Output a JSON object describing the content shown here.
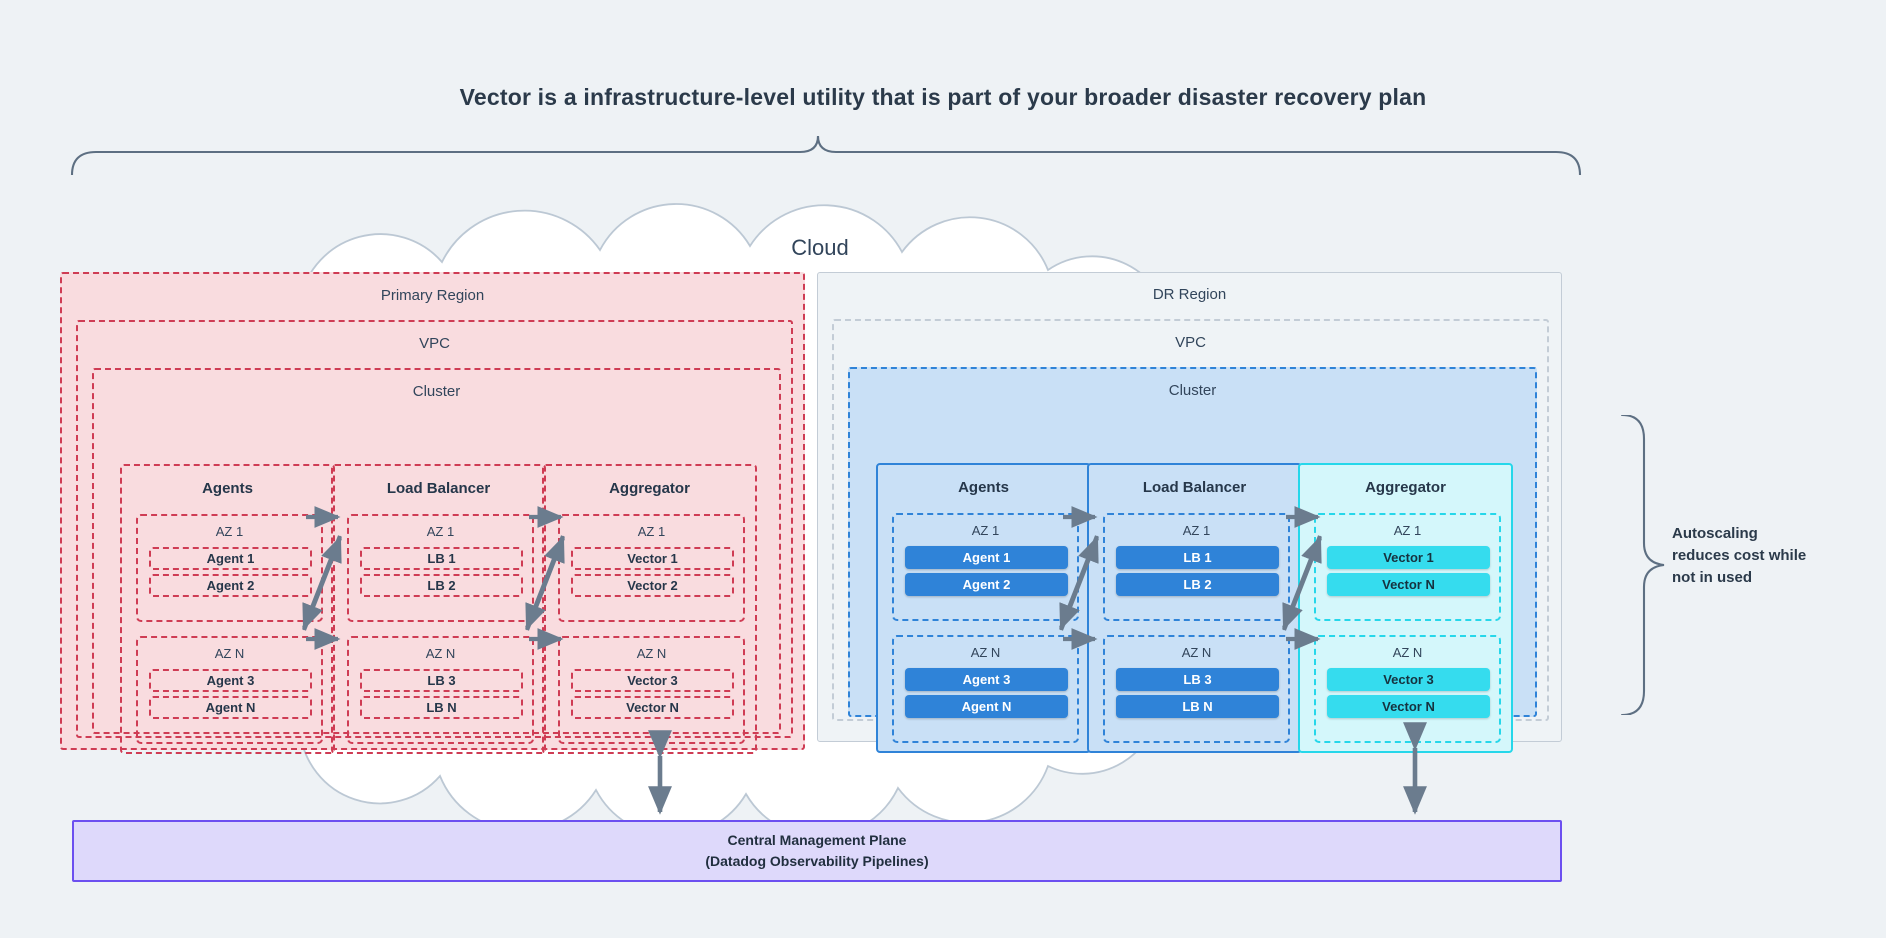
{
  "title": "Vector is a infrastructure-level utility that is part of your broader disaster recovery plan",
  "cloud": {
    "label": "Cloud"
  },
  "note": {
    "line1": "Autoscaling",
    "line2": "reduces cost while",
    "line3": "not in used"
  },
  "management_plane": {
    "line1": "Central Management Plane",
    "line2": "(Datadog Observability Pipelines)"
  },
  "regions": [
    {
      "id": "primary",
      "title": "Primary Region",
      "vpc": "VPC",
      "cluster": "Cluster",
      "style": "dashed-red",
      "columns": [
        {
          "title": "Agents",
          "azs": [
            {
              "label": "AZ 1",
              "nodes": [
                "Agent 1",
                "Agent 2"
              ]
            },
            {
              "label": "AZ N",
              "nodes": [
                "Agent 3",
                "Agent N"
              ]
            }
          ]
        },
        {
          "title": "Load Balancer",
          "azs": [
            {
              "label": "AZ 1",
              "nodes": [
                "LB 1",
                "LB 2"
              ]
            },
            {
              "label": "AZ N",
              "nodes": [
                "LB 3",
                "LB N"
              ]
            }
          ]
        },
        {
          "title": "Aggregator",
          "azs": [
            {
              "label": "AZ 1",
              "nodes": [
                "Vector 1",
                "Vector 2"
              ]
            },
            {
              "label": "AZ N",
              "nodes": [
                "Vector 3",
                "Vector N"
              ]
            }
          ]
        }
      ]
    },
    {
      "id": "dr",
      "title": "DR Region",
      "vpc": "VPC",
      "cluster": "Cluster",
      "style": "solid-gray",
      "columns": [
        {
          "title": "Agents",
          "azs": [
            {
              "label": "AZ 1",
              "nodes": [
                "Agent 1",
                "Agent 2"
              ]
            },
            {
              "label": "AZ N",
              "nodes": [
                "Agent 3",
                "Agent N"
              ]
            }
          ]
        },
        {
          "title": "Load Balancer",
          "azs": [
            {
              "label": "AZ 1",
              "nodes": [
                "LB 1",
                "LB 2"
              ]
            },
            {
              "label": "AZ N",
              "nodes": [
                "LB 3",
                "LB N"
              ]
            }
          ]
        },
        {
          "title": "Aggregator",
          "azs": [
            {
              "label": "AZ 1",
              "nodes": [
                "Vector 1",
                "Vector N"
              ]
            },
            {
              "label": "AZ N",
              "nodes": [
                "Vector 3",
                "Vector N"
              ]
            }
          ]
        }
      ]
    }
  ],
  "colors": {
    "background": "#eef2f5",
    "primary_border": "#cf3c54",
    "primary_fill": "#f9dcdf",
    "dr_border": "#c3ccd6",
    "cluster_blue_border": "#2f83d8",
    "cluster_blue_fill": "#c9e0f6",
    "aggregator_cyan_border": "#25d7ea",
    "aggregator_cyan_fill": "#d4f7fb",
    "node_blue": "#2f83d8",
    "node_cyan": "#35dcee",
    "mgmt_border": "#6c4ff0",
    "mgmt_fill": "#ded9fb",
    "arrow_gray": "#6b7c8e",
    "text_dark": "#26374a"
  }
}
